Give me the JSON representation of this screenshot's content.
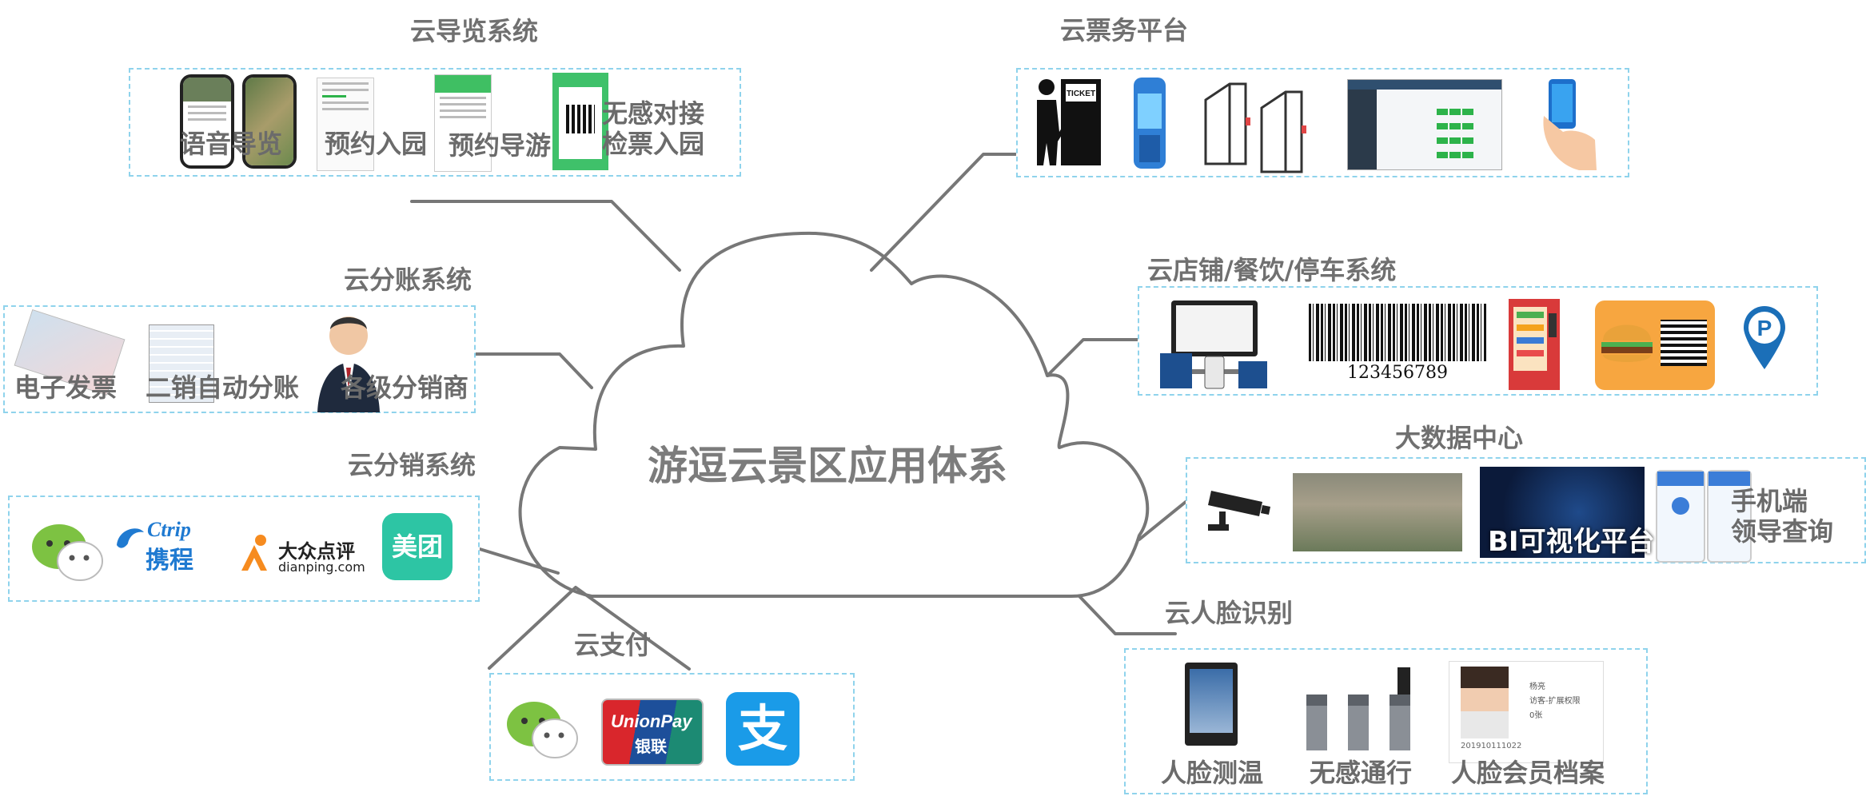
{
  "center": {
    "title": "游逗云景区应用体系"
  },
  "sections": {
    "guide": {
      "title": "云导览系统",
      "items": [
        "语音导览",
        "预约入园",
        "预约导游"
      ],
      "extra": [
        "无感对接",
        "检票入园"
      ]
    },
    "ticket": {
      "title": "云票务平台",
      "ticket_text": "TICKET"
    },
    "split": {
      "title": "云分账系统",
      "items": [
        "电子发票",
        "二销自动分账",
        "各级分销商"
      ]
    },
    "shop": {
      "title": "云店铺/餐饮/停车系统",
      "barcode_number": "123456789",
      "parking_letter": "P"
    },
    "dist": {
      "title": "云分销系统",
      "ctrip_en": "Ctrip",
      "ctrip_cn": "携程",
      "dianping_cn": "大众点评",
      "dianping_en": "dianping.com",
      "meituan": "美团"
    },
    "bigdata": {
      "title": "大数据中心",
      "bi_label": "BI可视化平台",
      "mobile_line1": "手机端",
      "mobile_line2": "领导查询"
    },
    "pay": {
      "title": "云支付",
      "unionpay_en": "UnionPay",
      "unionpay_cn": "银联",
      "alipay_char": "支"
    },
    "face": {
      "title": "云人脸识别",
      "items": [
        "人脸测温",
        "无感通行",
        "人脸会员档案"
      ],
      "card_id": "201910111022",
      "card_fields": [
        "杨亮",
        "访客-扩展权限",
        "0张"
      ]
    }
  },
  "colors": {
    "dashed_border": "#8fd3ec",
    "cloud_stroke": "#757575",
    "text_gray": "#6b6b6b",
    "wechat_green": "#7dc242",
    "meituan_teal": "#2dc5a4",
    "alipay_blue": "#1a9be8",
    "parking_blue": "#1b6fb8"
  }
}
